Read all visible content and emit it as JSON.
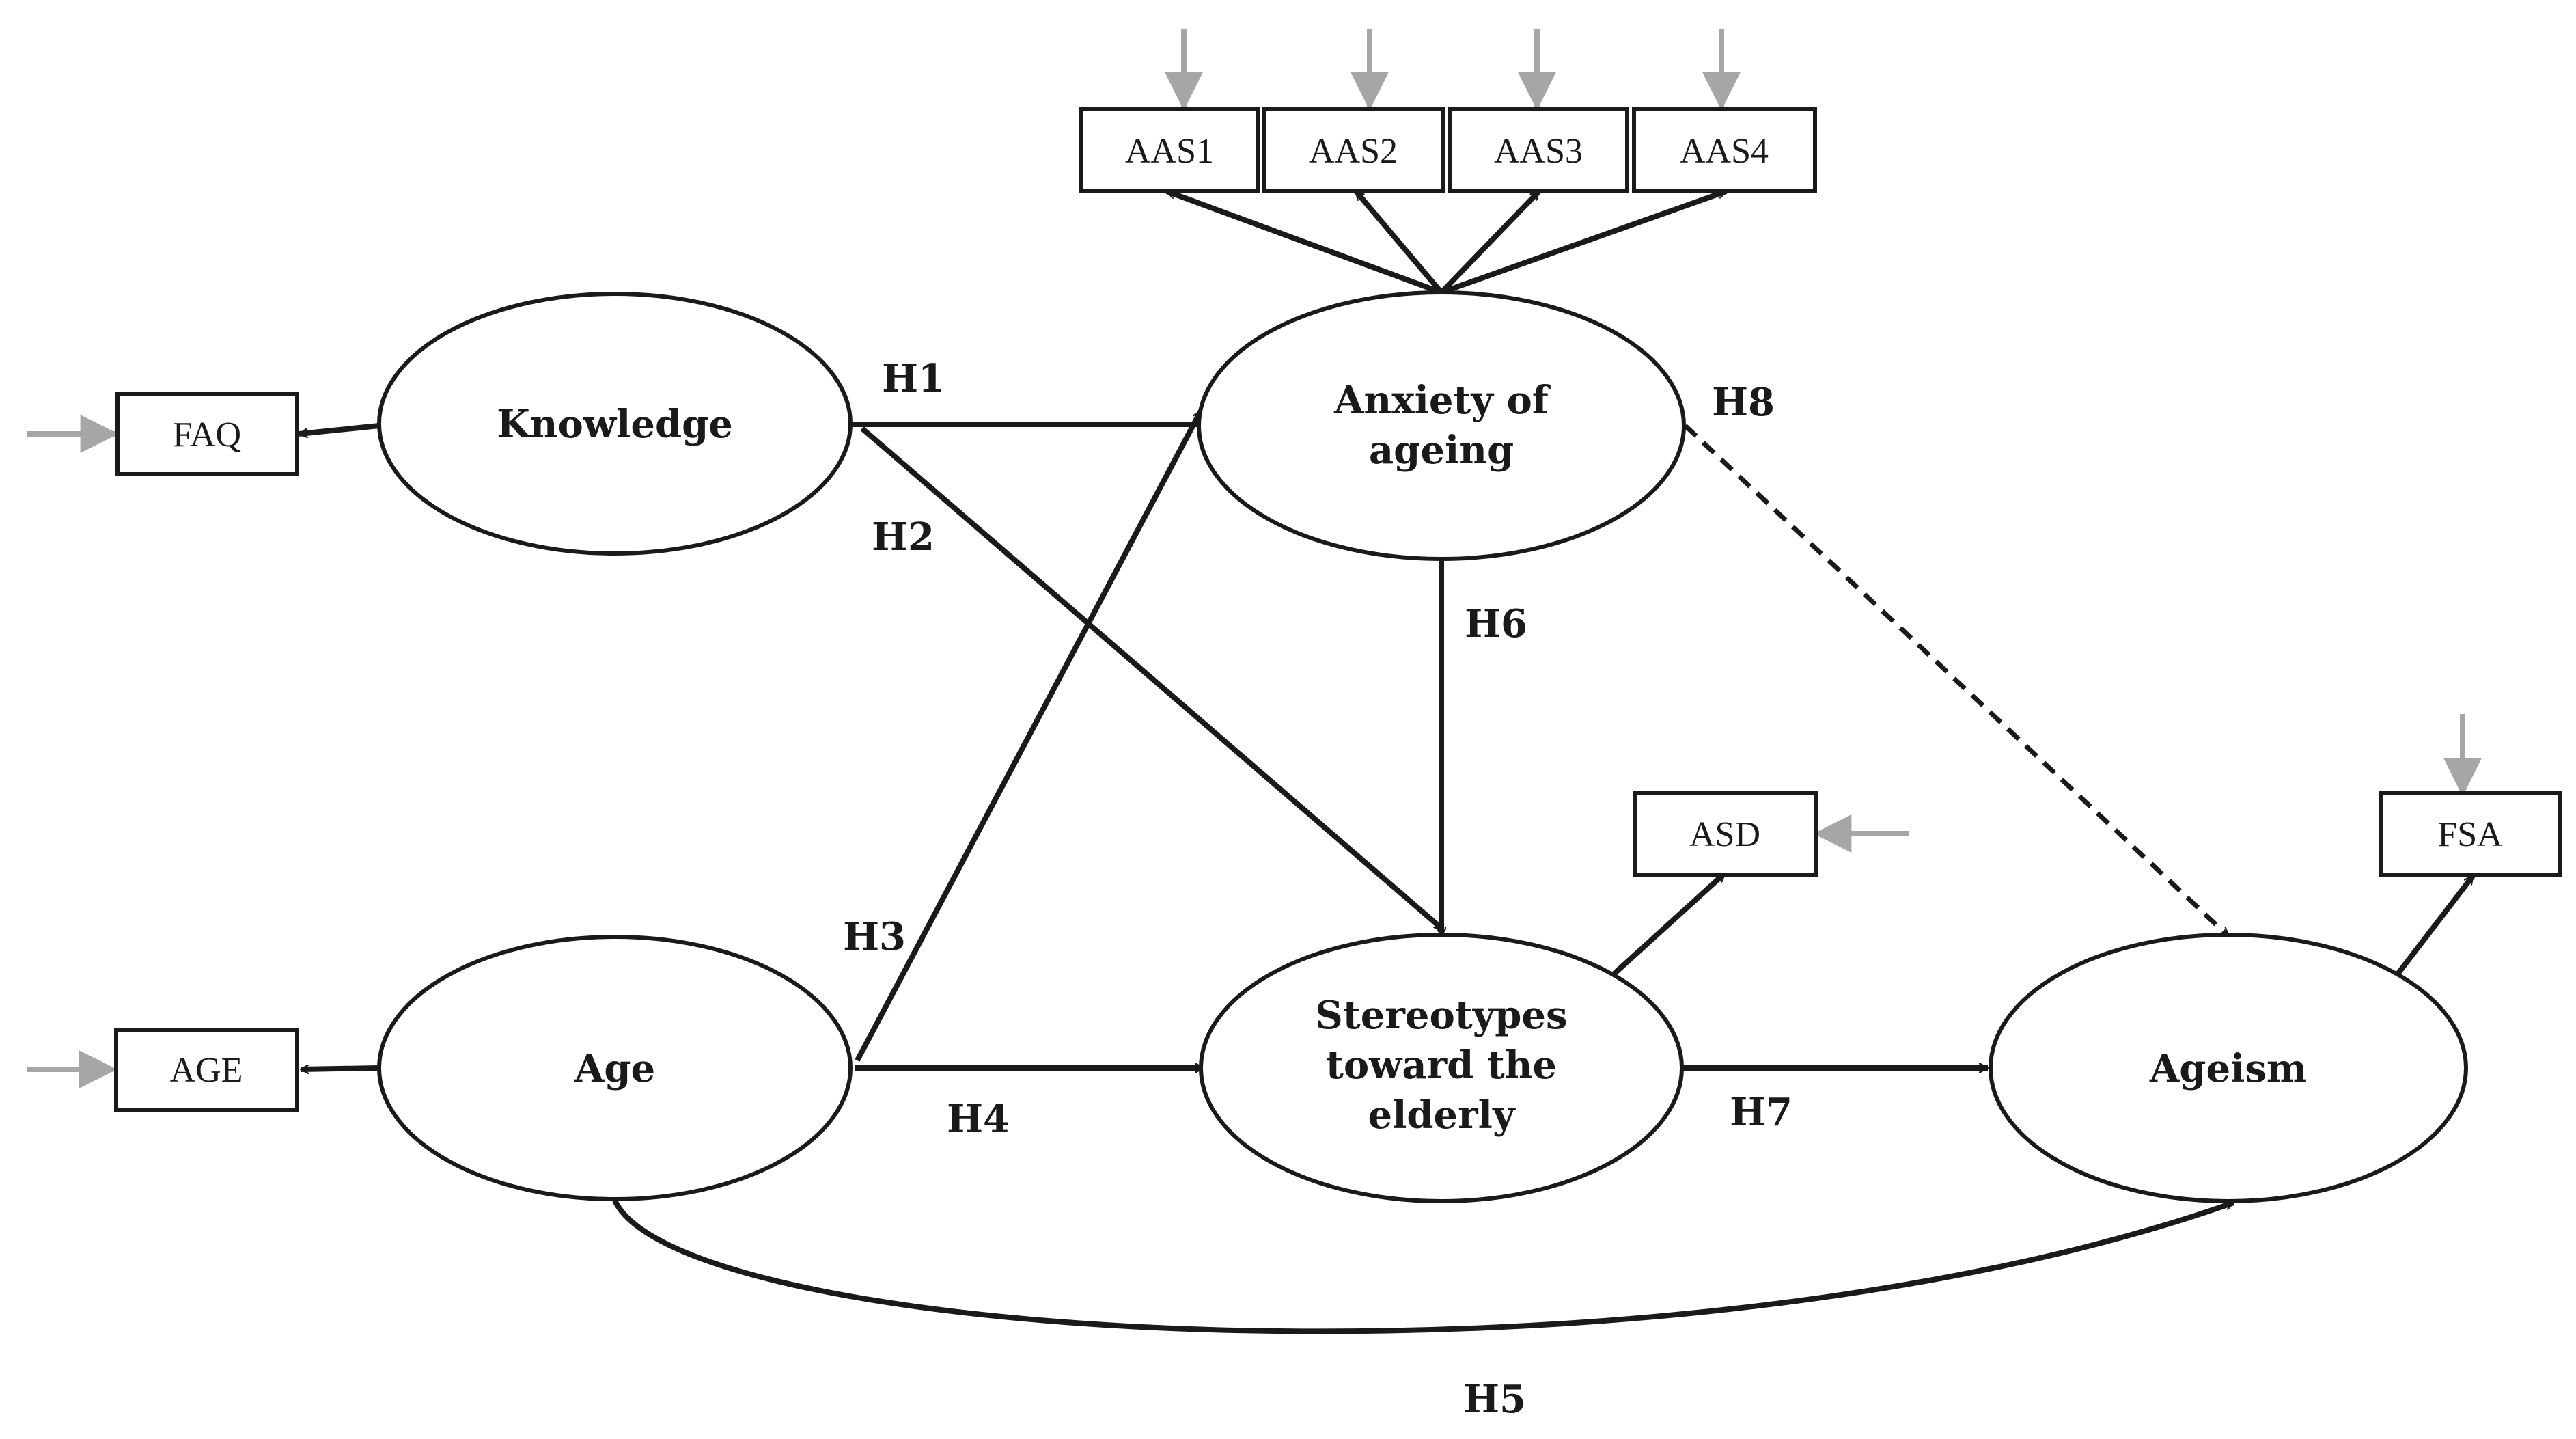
{
  "constructs": {
    "knowledge": "Knowledge",
    "anxiety_line1": "Anxiety of",
    "anxiety_line2": "ageing",
    "age": "Age",
    "stereotypes_line1": "Stereotypes",
    "stereotypes_line2": "toward the",
    "stereotypes_line3": "elderly",
    "ageism": "Ageism"
  },
  "indicators": {
    "faq": "FAQ",
    "age": "AGE",
    "aas1": "AAS1",
    "aas2": "AAS2",
    "aas3": "AAS3",
    "aas4": "AAS4",
    "asd": "ASD",
    "fsa": "FSA"
  },
  "hypotheses": {
    "h1": "H1",
    "h2": "H2",
    "h3": "H3",
    "h4": "H4",
    "h5": "H5",
    "h6": "H6",
    "h7": "H7",
    "h8": "H8"
  },
  "colors": {
    "line": "#1a1a1a",
    "error_arrow": "#a6a6a6"
  }
}
